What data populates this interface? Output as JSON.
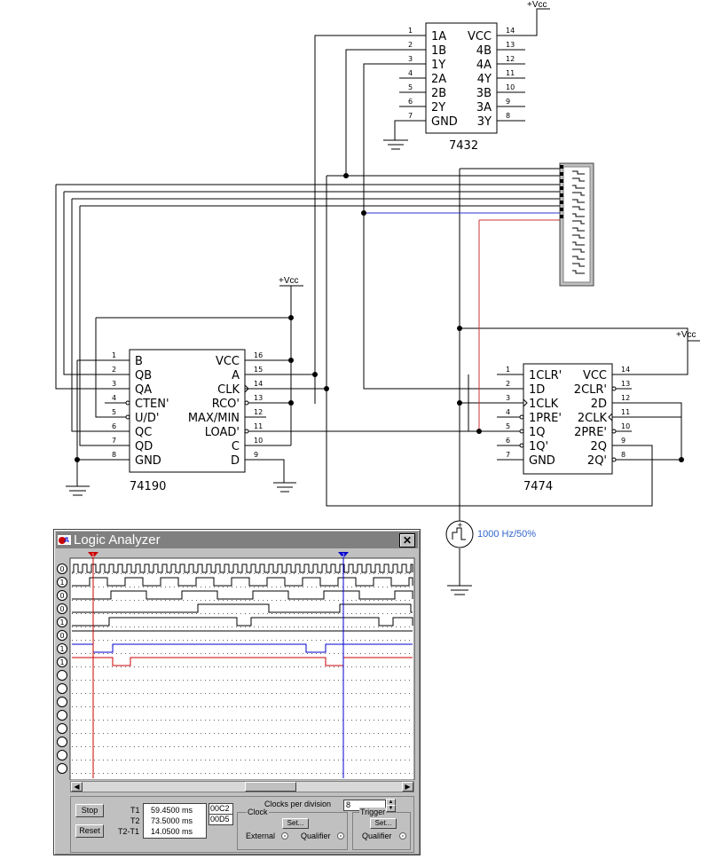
{
  "schematic": {
    "ic_7432": {
      "part": "7432",
      "left_pins": [
        {
          "n": "1",
          "name": "1A"
        },
        {
          "n": "2",
          "name": "1B"
        },
        {
          "n": "3",
          "name": "1Y"
        },
        {
          "n": "4",
          "name": "2A"
        },
        {
          "n": "5",
          "name": "2B"
        },
        {
          "n": "6",
          "name": "2Y"
        },
        {
          "n": "7",
          "name": "GND"
        }
      ],
      "right_pins": [
        {
          "n": "14",
          "name": "VCC"
        },
        {
          "n": "13",
          "name": "4B"
        },
        {
          "n": "12",
          "name": "4A"
        },
        {
          "n": "11",
          "name": "4Y"
        },
        {
          "n": "10",
          "name": "3B"
        },
        {
          "n": "9",
          "name": "3A"
        },
        {
          "n": "8",
          "name": "3Y"
        }
      ]
    },
    "ic_74190": {
      "part": "74190",
      "left_pins": [
        {
          "n": "1",
          "name": "B"
        },
        {
          "n": "2",
          "name": "QB"
        },
        {
          "n": "3",
          "name": "QA"
        },
        {
          "n": "4",
          "name": "CTEN'"
        },
        {
          "n": "5",
          "name": "U/D'"
        },
        {
          "n": "6",
          "name": "QC"
        },
        {
          "n": "7",
          "name": "QD"
        },
        {
          "n": "8",
          "name": "GND"
        }
      ],
      "right_pins": [
        {
          "n": "16",
          "name": "VCC"
        },
        {
          "n": "15",
          "name": "A"
        },
        {
          "n": "14",
          "name": "CLK"
        },
        {
          "n": "13",
          "name": "RCO'"
        },
        {
          "n": "12",
          "name": "MAX/MIN"
        },
        {
          "n": "11",
          "name": "LOAD'"
        },
        {
          "n": "10",
          "name": "C"
        },
        {
          "n": "9",
          "name": "D"
        }
      ]
    },
    "ic_7474": {
      "part": "7474",
      "left_pins": [
        {
          "n": "1",
          "name": "1CLR'"
        },
        {
          "n": "2",
          "name": "1D"
        },
        {
          "n": "3",
          "name": "1CLK"
        },
        {
          "n": "4",
          "name": "1PRE'"
        },
        {
          "n": "5",
          "name": "1Q"
        },
        {
          "n": "6",
          "name": "1Q'"
        },
        {
          "n": "7",
          "name": "GND"
        }
      ],
      "right_pins": [
        {
          "n": "14",
          "name": "VCC"
        },
        {
          "n": "13",
          "name": "2CLR'"
        },
        {
          "n": "12",
          "name": "2D"
        },
        {
          "n": "11",
          "name": "2CLK"
        },
        {
          "n": "10",
          "name": "2PRE'"
        },
        {
          "n": "9",
          "name": "2Q"
        },
        {
          "n": "8",
          "name": "2Q'"
        }
      ]
    },
    "vcc_label": "+Vcc",
    "clock_source": "1000 Hz/50%"
  },
  "analyzer": {
    "title": "Logic Analyzer",
    "channel_values": [
      "0",
      "1",
      "0",
      "0",
      "1",
      "0",
      "1",
      "1",
      "",
      "",
      "",
      "",
      "",
      "",
      "",
      ""
    ],
    "cursor_t1_label": "1",
    "cursor_t2_label": "2",
    "stop_label": "Stop",
    "reset_label": "Reset",
    "t1_label": "T1",
    "t2_label": "T2",
    "t2t1_label": "T2-T1",
    "t1_value": "59.4500 ms",
    "t2_value": "73.5000 ms",
    "t2t1_value": "14.0500 ms",
    "t1_hex": "00C2",
    "t2_hex": "00D5",
    "clocks_per_division_label": "Clocks per division",
    "clocks_per_division": "8",
    "clock_group_label": "Clock",
    "trigger_group_label": "Trigger",
    "clock_set_label": "Set...",
    "trigger_set_label": "Set...",
    "external_label": "External",
    "clock_qualifier_label": "Qualifier",
    "trigger_qualifier_label": "Qualifier",
    "colors": {
      "wire": "#000000",
      "blue_probe": "#0000cc",
      "red_probe": "#cc0000",
      "titlebar": "#808080",
      "window": "#c0c0c0"
    }
  }
}
